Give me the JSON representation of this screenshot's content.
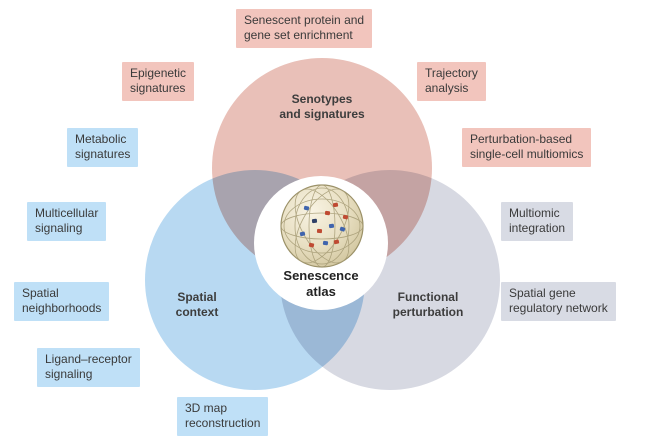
{
  "colors": {
    "senotypes_circle": "#e9c0b8",
    "spatial_circle": "#b8d9f2",
    "functional_circle": "#d7d9e2",
    "pink_box": "#f2c5bd",
    "blue_box": "#bfe0f7",
    "gray_box": "#d8dbe4",
    "text": "#3a3a3a"
  },
  "venn": {
    "top": {
      "label": "Senotypes\nand signatures"
    },
    "left": {
      "label": "Spatial\ncontext"
    },
    "right": {
      "label": "Functional\nperturbation"
    },
    "center": {
      "label": "Senescence\natlas",
      "icon": "senescent-cell-sphere"
    }
  },
  "boxes": [
    {
      "id": "senescent-protein-gene-set-enrichment",
      "group": "senotypes",
      "text": "Senescent protein and\ngene set enrichment"
    },
    {
      "id": "epigenetic-signatures",
      "group": "senotypes",
      "text": "Epigenetic\nsignatures"
    },
    {
      "id": "trajectory-analysis",
      "group": "senotypes",
      "text": "Trajectory\nanalysis"
    },
    {
      "id": "perturbation-based-single-cell-multiomics",
      "group": "senotypes",
      "text": "Perturbation-based\nsingle-cell multiomics"
    },
    {
      "id": "metabolic-signatures",
      "group": "spatial",
      "text": "Metabolic\nsignatures"
    },
    {
      "id": "multicellular-signaling",
      "group": "spatial",
      "text": "Multicellular\nsignaling"
    },
    {
      "id": "spatial-neighborhoods",
      "group": "spatial",
      "text": "Spatial\nneighborhoods"
    },
    {
      "id": "ligand-receptor-signaling",
      "group": "spatial",
      "text": "Ligand–receptor\nsignaling"
    },
    {
      "id": "3d-map-reconstruction",
      "group": "spatial",
      "text": "3D map\nreconstruction"
    },
    {
      "id": "multiomic-integration",
      "group": "functional",
      "text": "Multiomic\nintegration"
    },
    {
      "id": "spatial-gene-regulatory-network",
      "group": "functional",
      "text": "Spatial gene\nregulatory network"
    }
  ]
}
